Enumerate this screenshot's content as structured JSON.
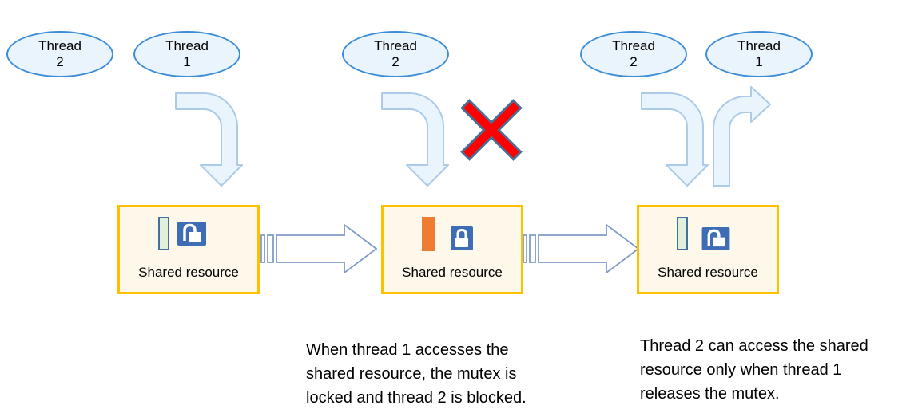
{
  "panels": [
    {
      "threads": [
        "Thread\n2",
        "Thread\n1"
      ],
      "resource_label": "Shared resource",
      "mutex_state": "unlocked",
      "resource_bar": "free"
    },
    {
      "threads": [
        "Thread\n2"
      ],
      "resource_label": "Shared resource",
      "mutex_state": "locked",
      "resource_bar": "busy",
      "blocked_marker": "red-x",
      "caption": "When thread 1 accesses the\nshared resource, the mutex is\nlocked and thread 2 is blocked."
    },
    {
      "threads": [
        "Thread\n2",
        "Thread\n1"
      ],
      "resource_label": "Shared resource",
      "mutex_state": "unlocked",
      "resource_bar": "free",
      "caption": "Thread 2 can access the shared\nresource only when thread 1\nreleases the mutex."
    }
  ],
  "colors": {
    "ellipse_fill": "#e9f4fc",
    "ellipse_border": "#3e8dd8",
    "box_fill": "#fdf8ea",
    "box_border": "#ffc000",
    "bar_free_fill": "#e2efda",
    "bar_free_border": "#41719c",
    "bar_busy_fill": "#ed7d31",
    "lock_blue": "#3e6db5",
    "x_red": "#ff0000",
    "x_border": "#4a6e96",
    "bent_arrow_fill": "#eaf4fc",
    "bent_arrow_stroke": "#abcbe9",
    "striped_arrow_stroke": "#7f9cc9"
  }
}
